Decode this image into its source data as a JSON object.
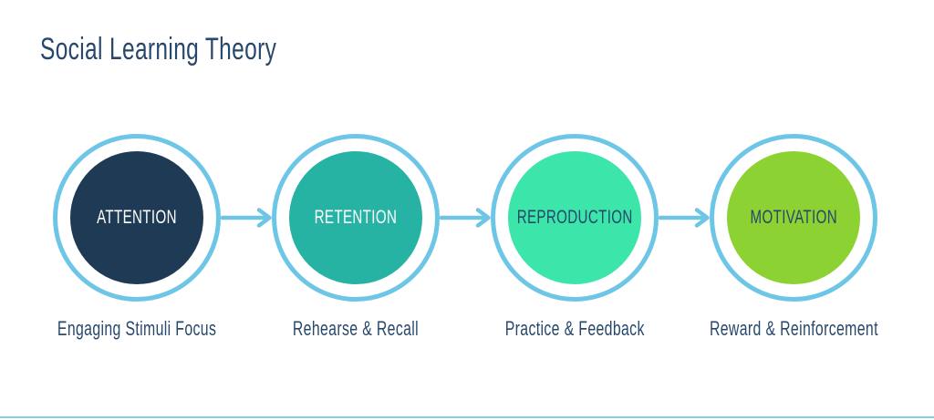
{
  "title": "Social Learning Theory",
  "colors": {
    "navy_text": "#28486b",
    "arrow_blue": "#6ec6e6",
    "background": "#ffffff"
  },
  "stages": [
    {
      "id": "attention",
      "label": "ATTENTION",
      "caption": "Engaging Stimuli Focus",
      "fill": "#1e3a55",
      "label_color": "#ffffff"
    },
    {
      "id": "retention",
      "label": "RETENTION",
      "caption": "Rehearse & Recall",
      "fill": "#26b3a4",
      "label_color": "#ffffff"
    },
    {
      "id": "reproduction",
      "label": "REPRODUCTION",
      "caption": "Practice & Feedback",
      "fill": "#3ce5a9",
      "label_color": "#25486b"
    },
    {
      "id": "motivation",
      "label": "MOTIVATION",
      "caption": "Reward & Reinforcement",
      "fill": "#8cd232",
      "label_color": "#25486b"
    }
  ]
}
